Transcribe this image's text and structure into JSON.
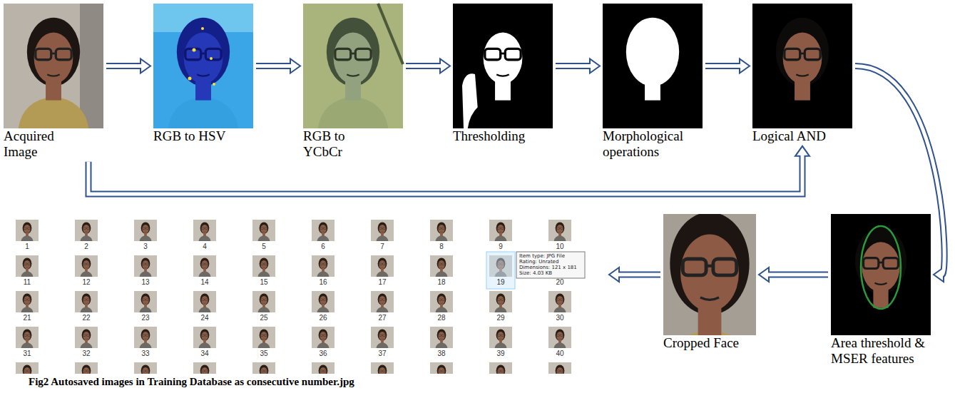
{
  "diagram": {
    "nodes": [
      {
        "text": [
          "Acquired Image"
        ]
      },
      {
        "text": [
          "RGB to HSV"
        ]
      },
      {
        "text": [
          "RGB to YCbCr"
        ]
      },
      {
        "text": [
          "Thresholding"
        ]
      },
      {
        "text": [
          "Morphological operations"
        ]
      },
      {
        "text": [
          "Logical AND"
        ]
      },
      {
        "text": [
          "Area threshold & MSER features"
        ]
      },
      {
        "text": [
          "Cropped Face"
        ]
      },
      {
        "text": [
          "Fig2 Autosaved images in Training Database as consecutive number.jpg"
        ]
      }
    ],
    "edges": [
      {
        "from": 0,
        "to": 1,
        "arrow": "to"
      },
      {
        "from": 1,
        "to": 2,
        "arrow": "to"
      },
      {
        "from": 2,
        "to": 3,
        "arrow": "to"
      },
      {
        "from": 3,
        "to": 4,
        "arrow": "to"
      },
      {
        "from": 4,
        "to": 5,
        "arrow": "to"
      },
      {
        "from": 0,
        "to": 5,
        "arrow": "to"
      },
      {
        "from": 5,
        "to": 6,
        "arrow": "to"
      },
      {
        "from": 6,
        "to": 7,
        "arrow": "to"
      },
      {
        "from": 7,
        "to": 8,
        "arrow": "to"
      }
    ],
    "labels": [
      "1",
      "2",
      "3",
      "4",
      "5",
      "6",
      "7",
      "8",
      "9",
      "10",
      "11",
      "12",
      "13",
      "14",
      "15",
      "16",
      "17",
      "18",
      "19",
      "20",
      "21",
      "22",
      "23",
      "24",
      "25",
      "26",
      "27",
      "28",
      "29",
      "30",
      "31",
      "32",
      "33",
      "34",
      "35",
      "36",
      "37",
      "38",
      "39",
      "40",
      "Item type: JPG File",
      "Rating: Unrated",
      "Dimensions: 121 x 181",
      "Size: 4.03 KB"
    ]
  }
}
